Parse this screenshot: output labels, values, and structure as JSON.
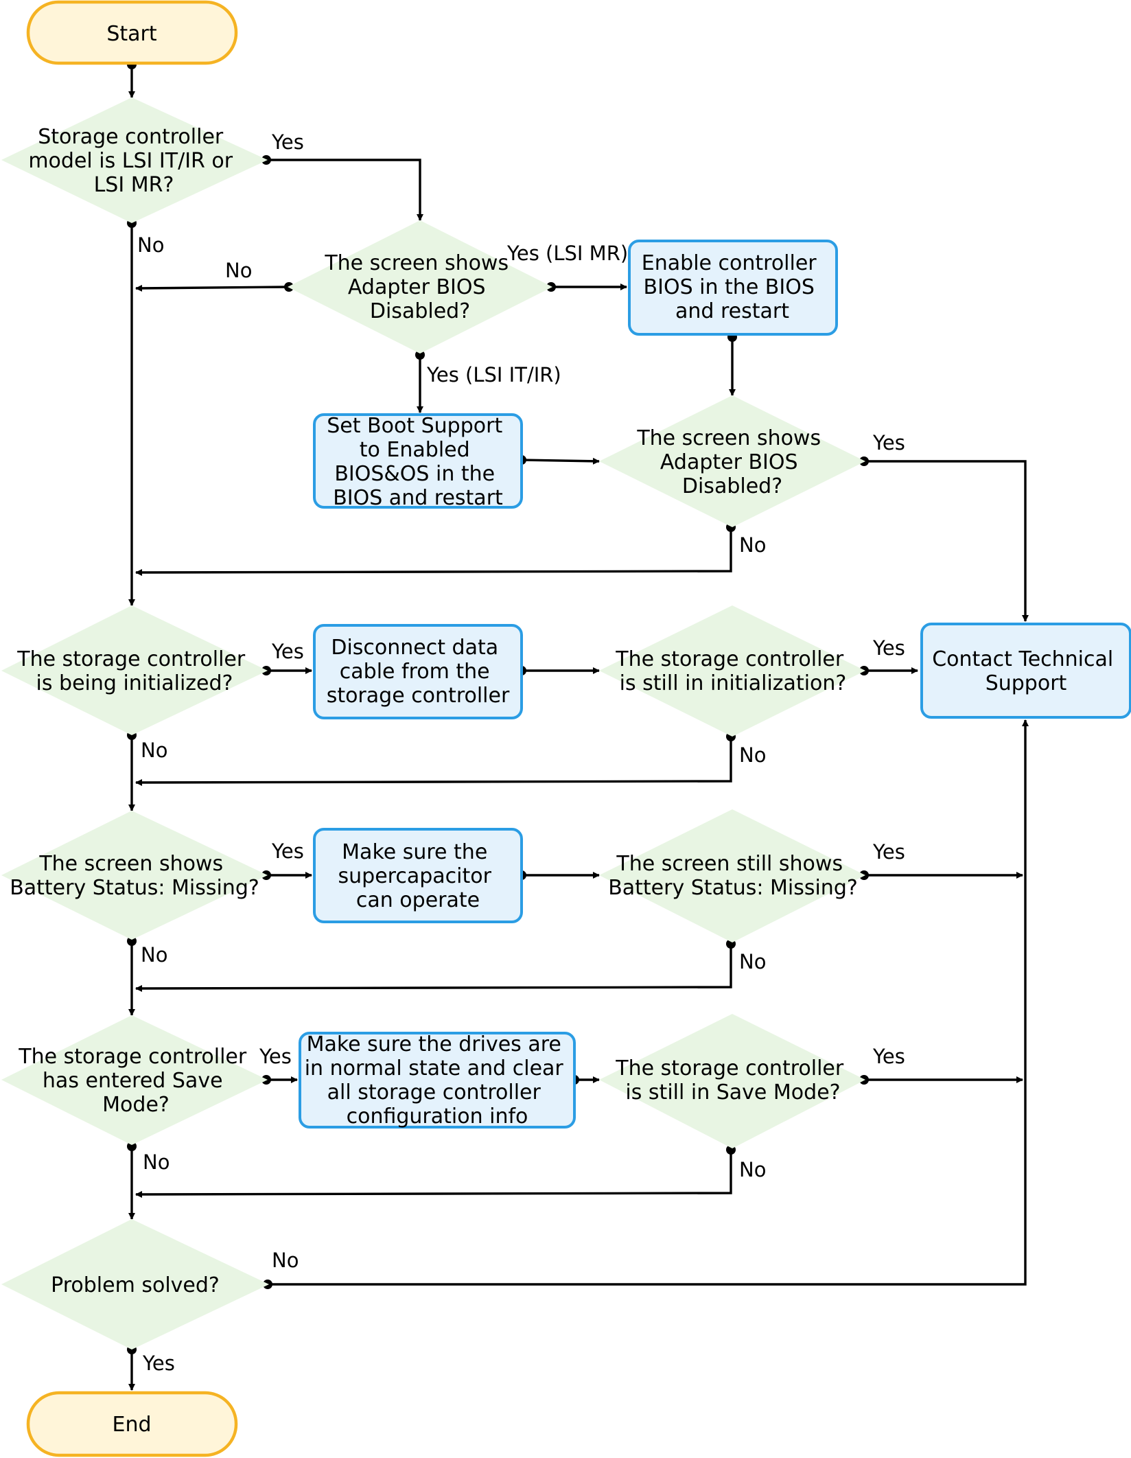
{
  "colors": {
    "terminal_fill": "#fff5d9",
    "terminal_stroke": "#f5b323",
    "process_fill": "#e4f2fc",
    "process_stroke": "#2b9de4",
    "decision_fill": "#e8f5e3",
    "line": "#000000"
  },
  "nodes": {
    "start": {
      "lines": [
        "Start"
      ]
    },
    "d_model": {
      "lines": [
        "Storage controller",
        "model is LSI IT/IR or",
        "LSI MR?"
      ]
    },
    "d_bios1": {
      "lines": [
        "The screen shows",
        "Adapter BIOS",
        "Disabled?"
      ]
    },
    "p_enable": {
      "lines": [
        "Enable controller",
        "BIOS in the BIOS",
        "and restart"
      ]
    },
    "p_bootsupport": {
      "lines": [
        "Set Boot Support",
        "to Enabled",
        "BIOS&OS in the",
        "BIOS and restart"
      ]
    },
    "d_bios2": {
      "lines": [
        "The screen shows",
        "Adapter BIOS",
        "Disabled?"
      ]
    },
    "d_init": {
      "lines": [
        "The storage controller",
        "is being initialized?"
      ]
    },
    "p_disconnect": {
      "lines": [
        "Disconnect data",
        "cable from the",
        "storage controller"
      ]
    },
    "d_init2": {
      "lines": [
        "The storage controller",
        "is still in initialization?"
      ]
    },
    "p_contact": {
      "lines": [
        "Contact Technical",
        "Support"
      ]
    },
    "d_battery": {
      "lines": [
        "The screen shows",
        "Battery Status: Missing?"
      ]
    },
    "p_supercap": {
      "lines": [
        "Make sure the",
        "supercapacitor",
        "can operate"
      ]
    },
    "d_battery2": {
      "lines": [
        "The screen still shows",
        "Battery Status: Missing?"
      ]
    },
    "d_save": {
      "lines": [
        "The storage controller",
        "has entered Save",
        "Mode?"
      ]
    },
    "p_drives": {
      "lines": [
        "Make sure the drives are",
        "in normal state and clear",
        "all storage controller",
        "configuration info"
      ]
    },
    "d_save2": {
      "lines": [
        "The storage controller",
        "is still in Save Mode?"
      ]
    },
    "d_solved": {
      "lines": [
        "Problem solved?"
      ]
    },
    "end": {
      "lines": [
        "End"
      ]
    }
  },
  "edge_labels": {
    "model_yes": "Yes",
    "model_no": "No",
    "bios1_no": "No",
    "bios1_yes_mr": "Yes (LSI MR)",
    "bios1_yes_itir": "Yes (LSI IT/IR)",
    "bios2_yes": "Yes",
    "bios2_no": "No",
    "init_yes": "Yes",
    "init_no": "No",
    "init2_yes": "Yes",
    "init2_no": "No",
    "battery_yes": "Yes",
    "battery_no": "No",
    "battery2_yes": "Yes",
    "battery2_no": "No",
    "save_yes": "Yes",
    "save_no": "No",
    "save2_yes": "Yes",
    "save2_no": "No",
    "solved_no": "No",
    "solved_yes": "Yes"
  }
}
